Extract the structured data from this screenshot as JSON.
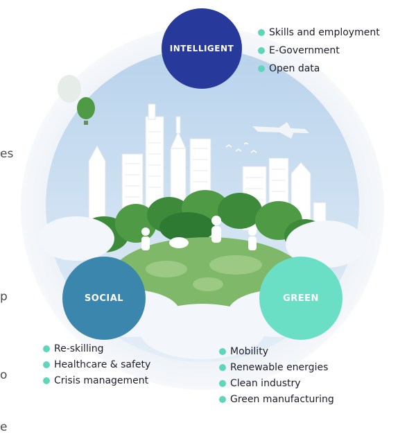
{
  "diagram": {
    "nodes": [
      {
        "id": "intelligent",
        "label": "INTELLIGENT",
        "color": "#27399b"
      },
      {
        "id": "social",
        "label": "SOCIAL",
        "color": "#3b86ad"
      },
      {
        "id": "green",
        "label": "GREEN",
        "color": "#6bdfc6"
      }
    ],
    "bullet_color": "#5fd6b9",
    "lists": {
      "intelligent": [
        "Skills and employment",
        "E-Government",
        "Open data"
      ],
      "social": [
        "Re-skilling",
        "Healthcare & safety",
        "Crisis management"
      ],
      "green": [
        "Mobility",
        "Renewable energies",
        "Clean industry",
        "Green manufacturing"
      ]
    }
  },
  "cropped_text": [
    "es",
    "p",
    "o",
    "e"
  ]
}
